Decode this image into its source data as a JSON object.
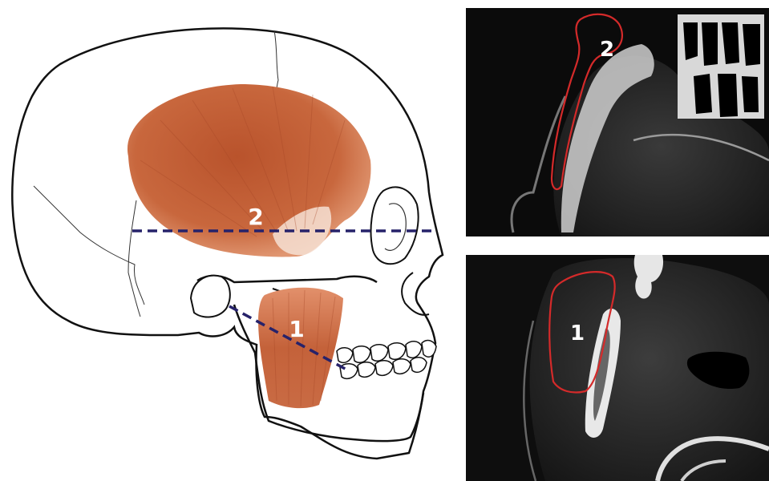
{
  "figure": {
    "skull_labels": {
      "temporalis": "2",
      "masseter": "1"
    },
    "ct_top_label": "2",
    "ct_bottom_label": "1"
  },
  "colors": {
    "outline": "#111111",
    "muscle": "#c4623a",
    "muscle_light": "#e9a07a",
    "dashed_line": "#26226a",
    "ct_contour": "#d42a2a",
    "ct_background": "#0b0b0b"
  }
}
